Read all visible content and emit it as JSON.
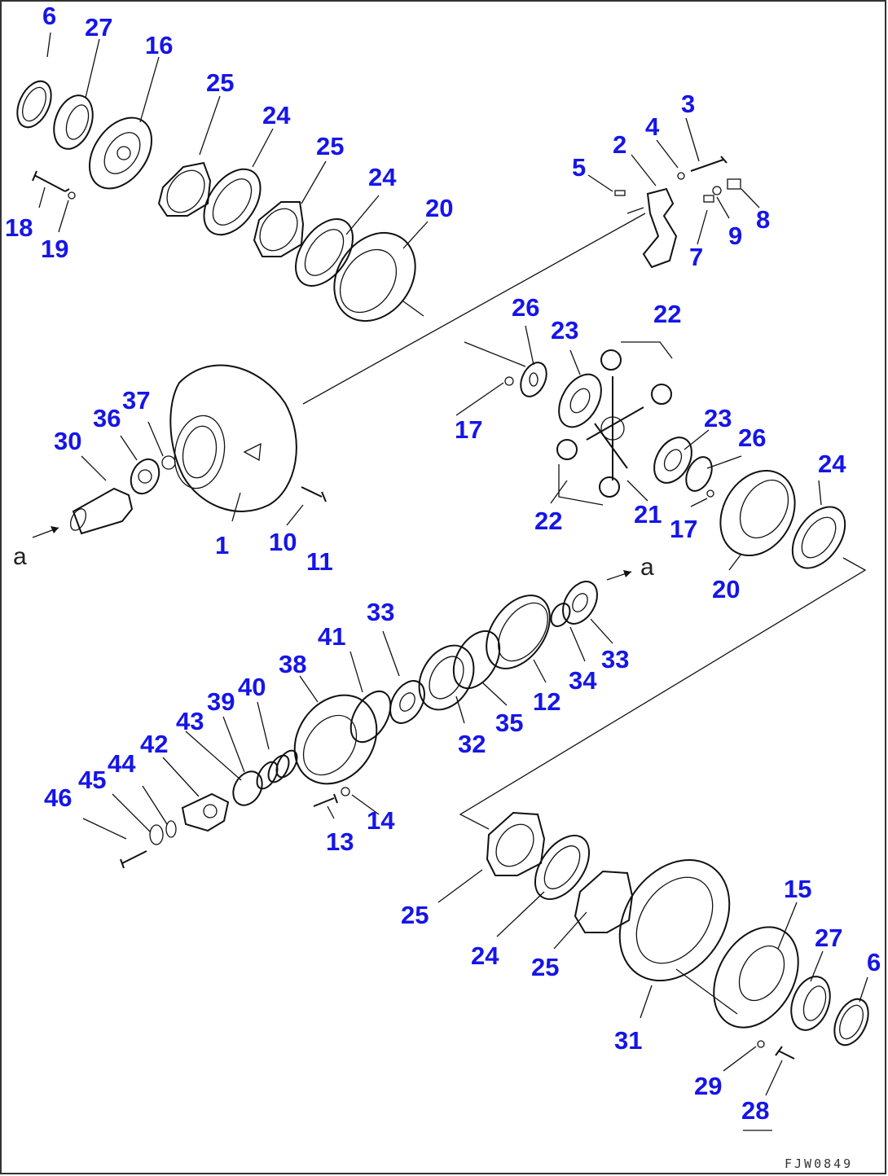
{
  "sheet_code": "FJW0849",
  "view_marker": "a",
  "labels": [
    {
      "id": "l6a",
      "text": "6"
    },
    {
      "id": "l27a",
      "text": "27"
    },
    {
      "id": "l16",
      "text": "16"
    },
    {
      "id": "l25a",
      "text": "25"
    },
    {
      "id": "l24a",
      "text": "24"
    },
    {
      "id": "l25b",
      "text": "25"
    },
    {
      "id": "l24b",
      "text": "24"
    },
    {
      "id": "l20a",
      "text": "20"
    },
    {
      "id": "l18",
      "text": "18"
    },
    {
      "id": "l19",
      "text": "19"
    },
    {
      "id": "l3",
      "text": "3"
    },
    {
      "id": "l4",
      "text": "4"
    },
    {
      "id": "l2",
      "text": "2"
    },
    {
      "id": "l5",
      "text": "5"
    },
    {
      "id": "l8",
      "text": "8"
    },
    {
      "id": "l9",
      "text": "9"
    },
    {
      "id": "l7",
      "text": "7"
    },
    {
      "id": "l26a",
      "text": "26"
    },
    {
      "id": "l23a",
      "text": "23"
    },
    {
      "id": "l22a",
      "text": "22"
    },
    {
      "id": "l37",
      "text": "37"
    },
    {
      "id": "l36",
      "text": "36"
    },
    {
      "id": "l30",
      "text": "30"
    },
    {
      "id": "l17a",
      "text": "17"
    },
    {
      "id": "l23b",
      "text": "23"
    },
    {
      "id": "l26b",
      "text": "26"
    },
    {
      "id": "l24c",
      "text": "24"
    },
    {
      "id": "l1",
      "text": "1"
    },
    {
      "id": "l10",
      "text": "10"
    },
    {
      "id": "l11",
      "text": "11"
    },
    {
      "id": "l22b",
      "text": "22"
    },
    {
      "id": "l21",
      "text": "21"
    },
    {
      "id": "l17b",
      "text": "17"
    },
    {
      "id": "l20b",
      "text": "20"
    },
    {
      "id": "l33a",
      "text": "33"
    },
    {
      "id": "l41",
      "text": "41"
    },
    {
      "id": "l38",
      "text": "38"
    },
    {
      "id": "l40",
      "text": "40"
    },
    {
      "id": "l39",
      "text": "39"
    },
    {
      "id": "l43",
      "text": "43"
    },
    {
      "id": "l42",
      "text": "42"
    },
    {
      "id": "l44",
      "text": "44"
    },
    {
      "id": "l45",
      "text": "45"
    },
    {
      "id": "l46",
      "text": "46"
    },
    {
      "id": "l33b",
      "text": "33"
    },
    {
      "id": "l34",
      "text": "34"
    },
    {
      "id": "l12",
      "text": "12"
    },
    {
      "id": "l35",
      "text": "35"
    },
    {
      "id": "l32",
      "text": "32"
    },
    {
      "id": "l13",
      "text": "13"
    },
    {
      "id": "l14",
      "text": "14"
    },
    {
      "id": "l15",
      "text": "15"
    },
    {
      "id": "l27b",
      "text": "27"
    },
    {
      "id": "l6b",
      "text": "6"
    },
    {
      "id": "l25c",
      "text": "25"
    },
    {
      "id": "l24d",
      "text": "24"
    },
    {
      "id": "l25d",
      "text": "25"
    },
    {
      "id": "l31",
      "text": "31"
    },
    {
      "id": "l29",
      "text": "29"
    },
    {
      "id": "l28",
      "text": "28"
    }
  ]
}
